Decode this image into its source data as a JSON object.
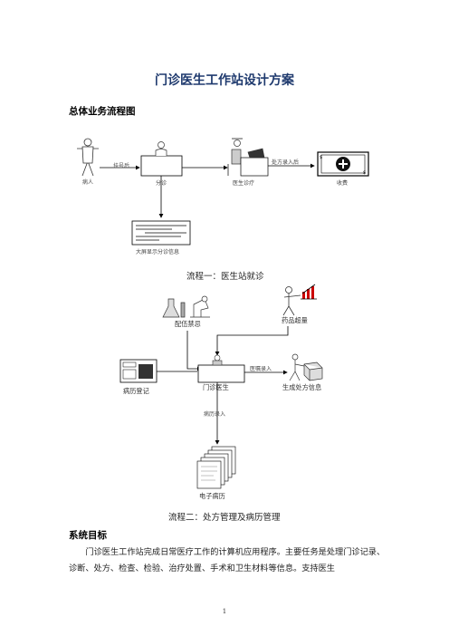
{
  "doc": {
    "title": "门诊医生工作站设计方案",
    "section_overview": "总体业务流程图",
    "section_goal": "系统目标",
    "page_number": "1",
    "paragraph": "门诊医生工作站完成日常医疗工作的计算机应用程序。主要任务是处理门诊记录、诊断、处方、检查、检验、治疗处置、手术和卫生材料等信息。支持医生"
  },
  "flow1": {
    "caption": "流程一：医生站就诊",
    "patient": "病人",
    "registered": "挂号后",
    "triage": "分诊",
    "doctor": "医生诊疗",
    "after_rx": "处方录入后",
    "charge": "收费",
    "screen": "大屏显示分诊信息"
  },
  "flow2": {
    "caption": "流程二：处方管理及病历管理",
    "contraindication": "配伍禁忌",
    "stock": "药品超量",
    "record_reg": "病历登记",
    "clinic_doctor": "门诊医生",
    "order_entry": "医嘱录入",
    "gen_rx": "生成处方信息",
    "record_entry": "病历录入",
    "emr": "电子病历"
  }
}
